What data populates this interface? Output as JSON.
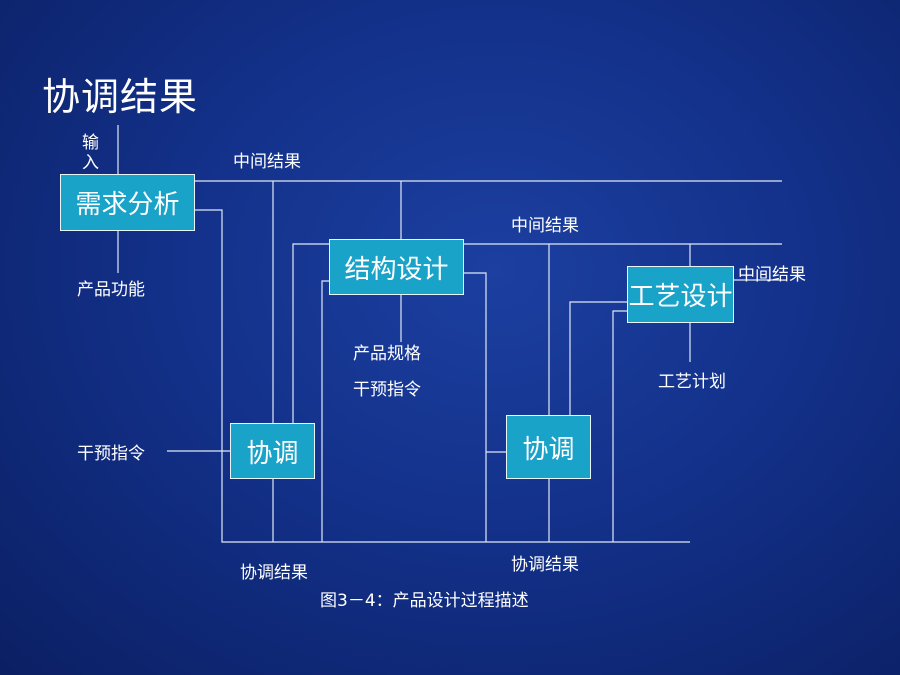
{
  "slide": {
    "title": "协调结果",
    "caption": "图3－4：产品设计过程描述"
  },
  "nodes": {
    "requirements": "需求分析",
    "structure": "结构设计",
    "process": "工艺设计",
    "coordinate_1": "协调",
    "coordinate_2": "协调"
  },
  "labels": {
    "input": "输入",
    "intermediate_1": "中间结果",
    "intermediate_2": "中间结果",
    "intermediate_3": "中间结果",
    "product_function": "产品功能",
    "product_spec": "产品规格",
    "intervention_1": "干预指令",
    "intervention_2": "干预指令",
    "process_plan": "工艺计划",
    "coord_result_1": "协调结果",
    "coord_result_2": "协调结果"
  },
  "colors": {
    "box_fill": "#1aa3c8",
    "line": "#dfe8f5"
  }
}
